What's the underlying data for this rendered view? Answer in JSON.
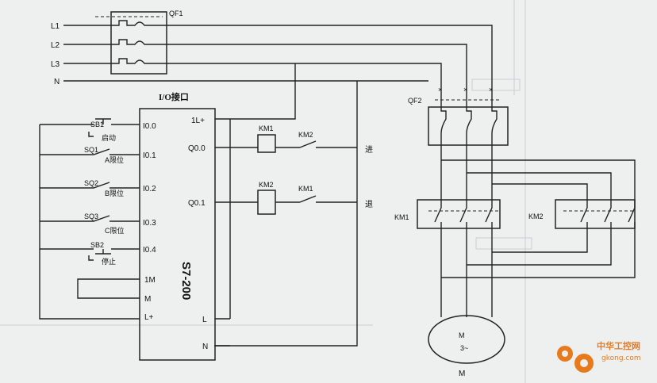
{
  "lines": {
    "L1": "L1",
    "L2": "L2",
    "L3": "L3",
    "N": "N"
  },
  "breakers": {
    "qf1": "QF1",
    "qf2": "QF2"
  },
  "plc": {
    "io_title": "I/O接口",
    "model": "S7-200",
    "inputs": [
      "I0.0",
      "I0.1",
      "I0.2",
      "I0.3",
      "I0.4"
    ],
    "left_terminals": [
      "1M",
      "M",
      "L+"
    ],
    "right_terminals": [
      "1L+",
      "Q0.0",
      "Q0.1",
      "L",
      "N"
    ]
  },
  "input_devices": [
    {
      "tag": "SB1",
      "desc": "启动"
    },
    {
      "tag": "SQ1",
      "desc": "A限位"
    },
    {
      "tag": "SQ2",
      "desc": "B限位"
    },
    {
      "tag": "SQ3",
      "desc": "C限位"
    },
    {
      "tag": "SB2",
      "desc": "停止"
    }
  ],
  "outputs": [
    {
      "coil": "KM1",
      "interlock": "KM2",
      "action": "进"
    },
    {
      "coil": "KM2",
      "interlock": "KM1",
      "action": "退"
    }
  ],
  "contactors": {
    "km1": "KM1",
    "km2": "KM2"
  },
  "motor": {
    "label": "M",
    "phase": "3~",
    "caption": "M"
  },
  "watermark": {
    "title": "中华工控网",
    "url": "gkong.com"
  },
  "colors": {
    "ink": "#222222",
    "paper": "#eef0f0",
    "watermark": "#e87a1c"
  }
}
